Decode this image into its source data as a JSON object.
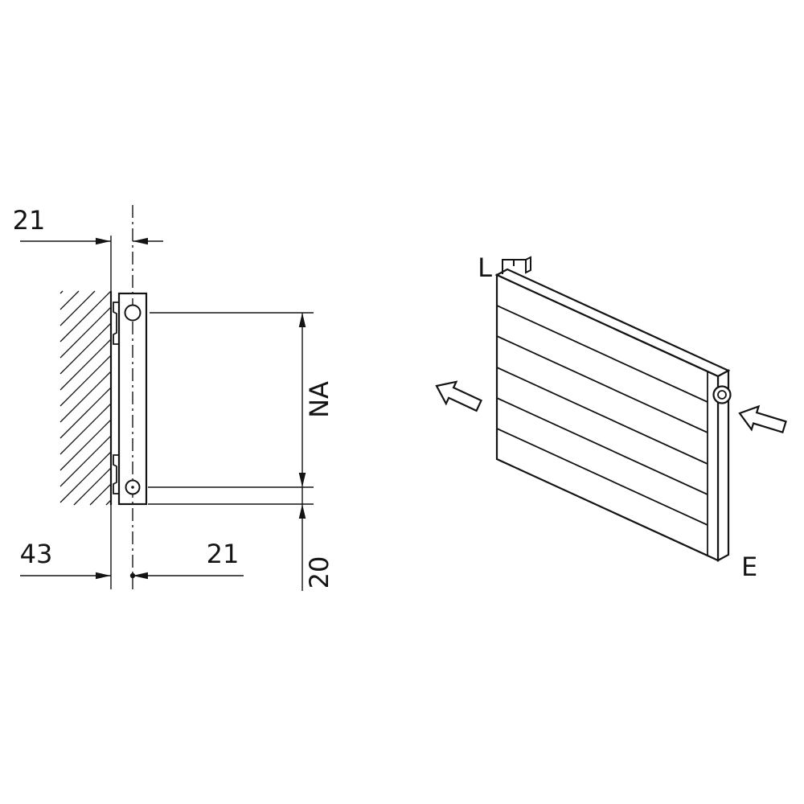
{
  "colors": {
    "line": "#141414",
    "background": "#ffffff"
  },
  "side_view": {
    "dim_top": "21",
    "dim_bottom_left": "43",
    "dim_bottom_right": "21",
    "dim_vertical": "NA",
    "dim_bottom_vertical": "20"
  },
  "iso_view": {
    "label_top_left": "L",
    "label_bottom_right": "E"
  }
}
